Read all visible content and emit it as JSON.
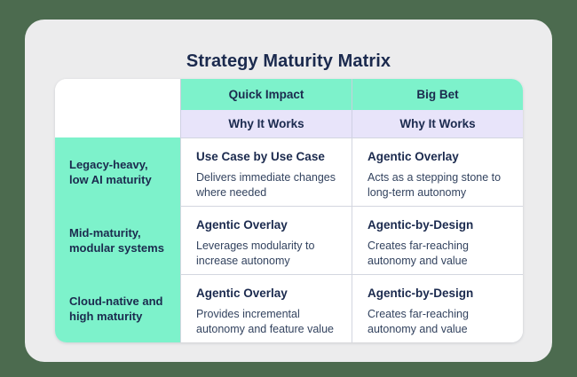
{
  "card": {
    "title": "Strategy Maturity Matrix"
  },
  "colors": {
    "page_background": "#4c6b4f",
    "card_background": "#ececed",
    "table_background": "#ffffff",
    "accent_mint": "#7df2cb",
    "accent_lavender": "#e8e4fa",
    "heading_text": "#1b2a4e",
    "body_text": "#33435f",
    "grid_line": "#d3d6e0"
  },
  "matrix": {
    "corner_cell_label": "",
    "column_headers": [
      {
        "label": "Quick Impact",
        "subheader": "Why It Works"
      },
      {
        "label": "Big Bet",
        "subheader": "Why It Works"
      }
    ],
    "rows": [
      {
        "label": "Legacy-heavy, low AI maturity",
        "cells": [
          {
            "title": "Use Case by Use Case",
            "description": "Delivers immediate changes where needed"
          },
          {
            "title": "Agentic Overlay",
            "description": "Acts as a stepping stone to long-term autonomy"
          }
        ]
      },
      {
        "label": "Mid-maturity, modular systems",
        "cells": [
          {
            "title": "Agentic Overlay",
            "description": "Leverages modularity to increase autonomy"
          },
          {
            "title": "Agentic-by-Design",
            "description": "Creates far-reaching autonomy and value"
          }
        ]
      },
      {
        "label": "Cloud-native and high maturity",
        "cells": [
          {
            "title": "Agentic Overlay",
            "description": "Provides incremental autonomy and feature value"
          },
          {
            "title": "Agentic-by-Design",
            "description": "Creates far-reaching autonomy and value"
          }
        ]
      }
    ]
  }
}
